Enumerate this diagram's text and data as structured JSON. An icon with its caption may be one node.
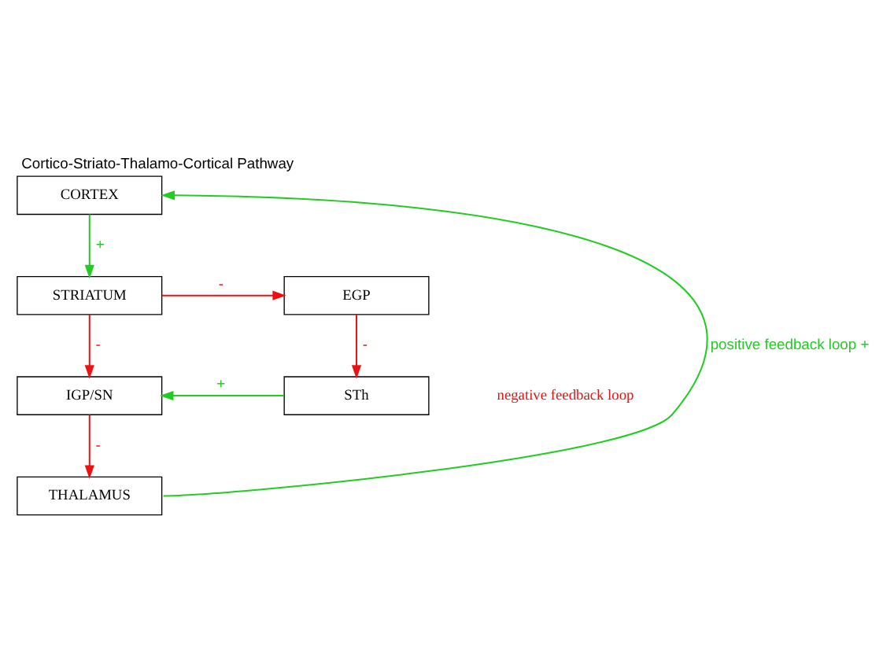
{
  "diagram": {
    "title": "Cortico-Striato-Thalamo-Cortical Pathway",
    "nodes": [
      {
        "text": [
          "CORTEX"
        ]
      },
      {
        "text": [
          "EGP"
        ]
      },
      {
        "text": [
          "STRIATUM"
        ]
      },
      {
        "text": [
          "STh"
        ]
      },
      {
        "text": [
          "IGP/SN"
        ]
      },
      {
        "text": [
          "THALAMUS"
        ]
      }
    ],
    "edges": [
      {
        "from": 0,
        "to": 2,
        "arrow": "to",
        "label": "+",
        "color": "#22cc22"
      },
      {
        "from": 2,
        "to": 1,
        "arrow": "to",
        "label": "-",
        "color": "#ee1111"
      },
      {
        "from": 1,
        "to": 3,
        "arrow": "to",
        "label": "-",
        "color": "#ee1111"
      },
      {
        "from": 2,
        "to": 4,
        "arrow": "to",
        "label": "-",
        "color": "#ee1111"
      },
      {
        "from": 3,
        "to": 4,
        "arrow": "to",
        "label": "+",
        "color": "#22cc22"
      },
      {
        "from": 4,
        "to": 5,
        "arrow": "to",
        "label": "-",
        "color": "#ee1111"
      },
      {
        "from": 5,
        "to": 0,
        "arrow": "to",
        "label": "positive feedback loop +",
        "color": "#22cc22"
      }
    ],
    "labels": [
      "negative feedback loop"
    ]
  }
}
